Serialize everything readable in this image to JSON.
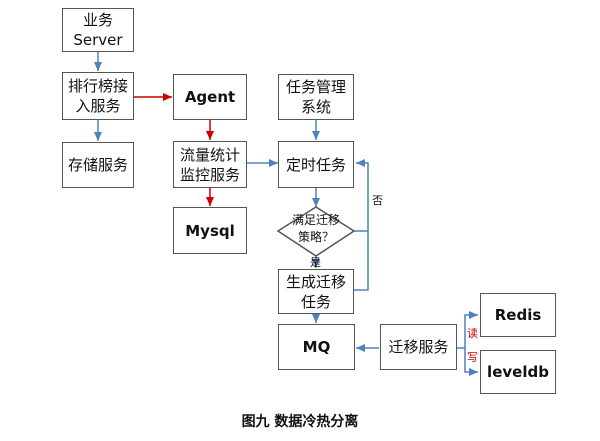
{
  "nodes": {
    "business_server": "业务\nServer",
    "ranking_access": "排行榜接\n入服务",
    "storage_service": "存储服务",
    "agent": "Agent",
    "traffic_monitor": "流量统计\n监控服务",
    "mysql": "Mysql",
    "task_mgmt": "任务管理\n系统",
    "timed_task": "定时任务",
    "condition": "满足迁移\n策略？",
    "gen_task": "生成迁移\n任务",
    "mq": "MQ",
    "migrate_service": "迁移服务",
    "redis": "Redis",
    "leveldb": "leveldb"
  },
  "edge_labels": {
    "yes": "是",
    "no": "否",
    "read": "读",
    "write": "写"
  },
  "caption": "图九  数据冷热分离",
  "colors": {
    "box_fill": "#ffffff",
    "box_border": "#555555",
    "arrow_blue": "#4f81bd",
    "arrow_red": "#cc0000",
    "label_red": "#cc0000"
  }
}
